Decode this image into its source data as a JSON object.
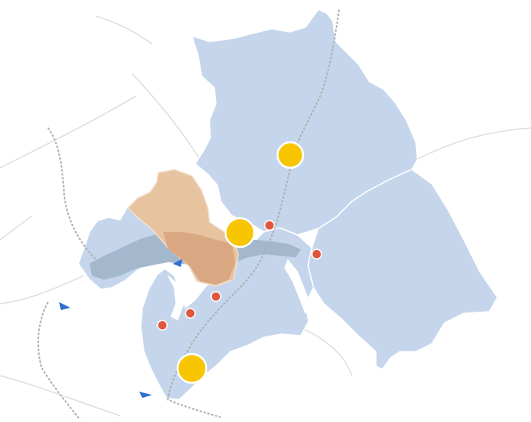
{
  "map": {
    "colors": {
      "background": "#ffffff",
      "region": "#c5d5ec",
      "region_stroke": "#ffffff",
      "built_up": "#a3b7cd",
      "district": "#e7c3a0",
      "district_core": "#d6a37d",
      "district_outline": "#f3e1cf",
      "road": "#dcdcdc",
      "railway": "#b0b0b0",
      "major_marker": "#f7c600",
      "major_marker_stroke": "#ffffff",
      "minor_marker": "#e0563c",
      "arrow": "#2f6fd0"
    },
    "layers": {
      "regions": [
        "region-north",
        "region-east",
        "region-west",
        "region-south"
      ],
      "district": "district-orange",
      "major_markers": 3,
      "minor_markers": 5,
      "arrows": 3
    }
  }
}
